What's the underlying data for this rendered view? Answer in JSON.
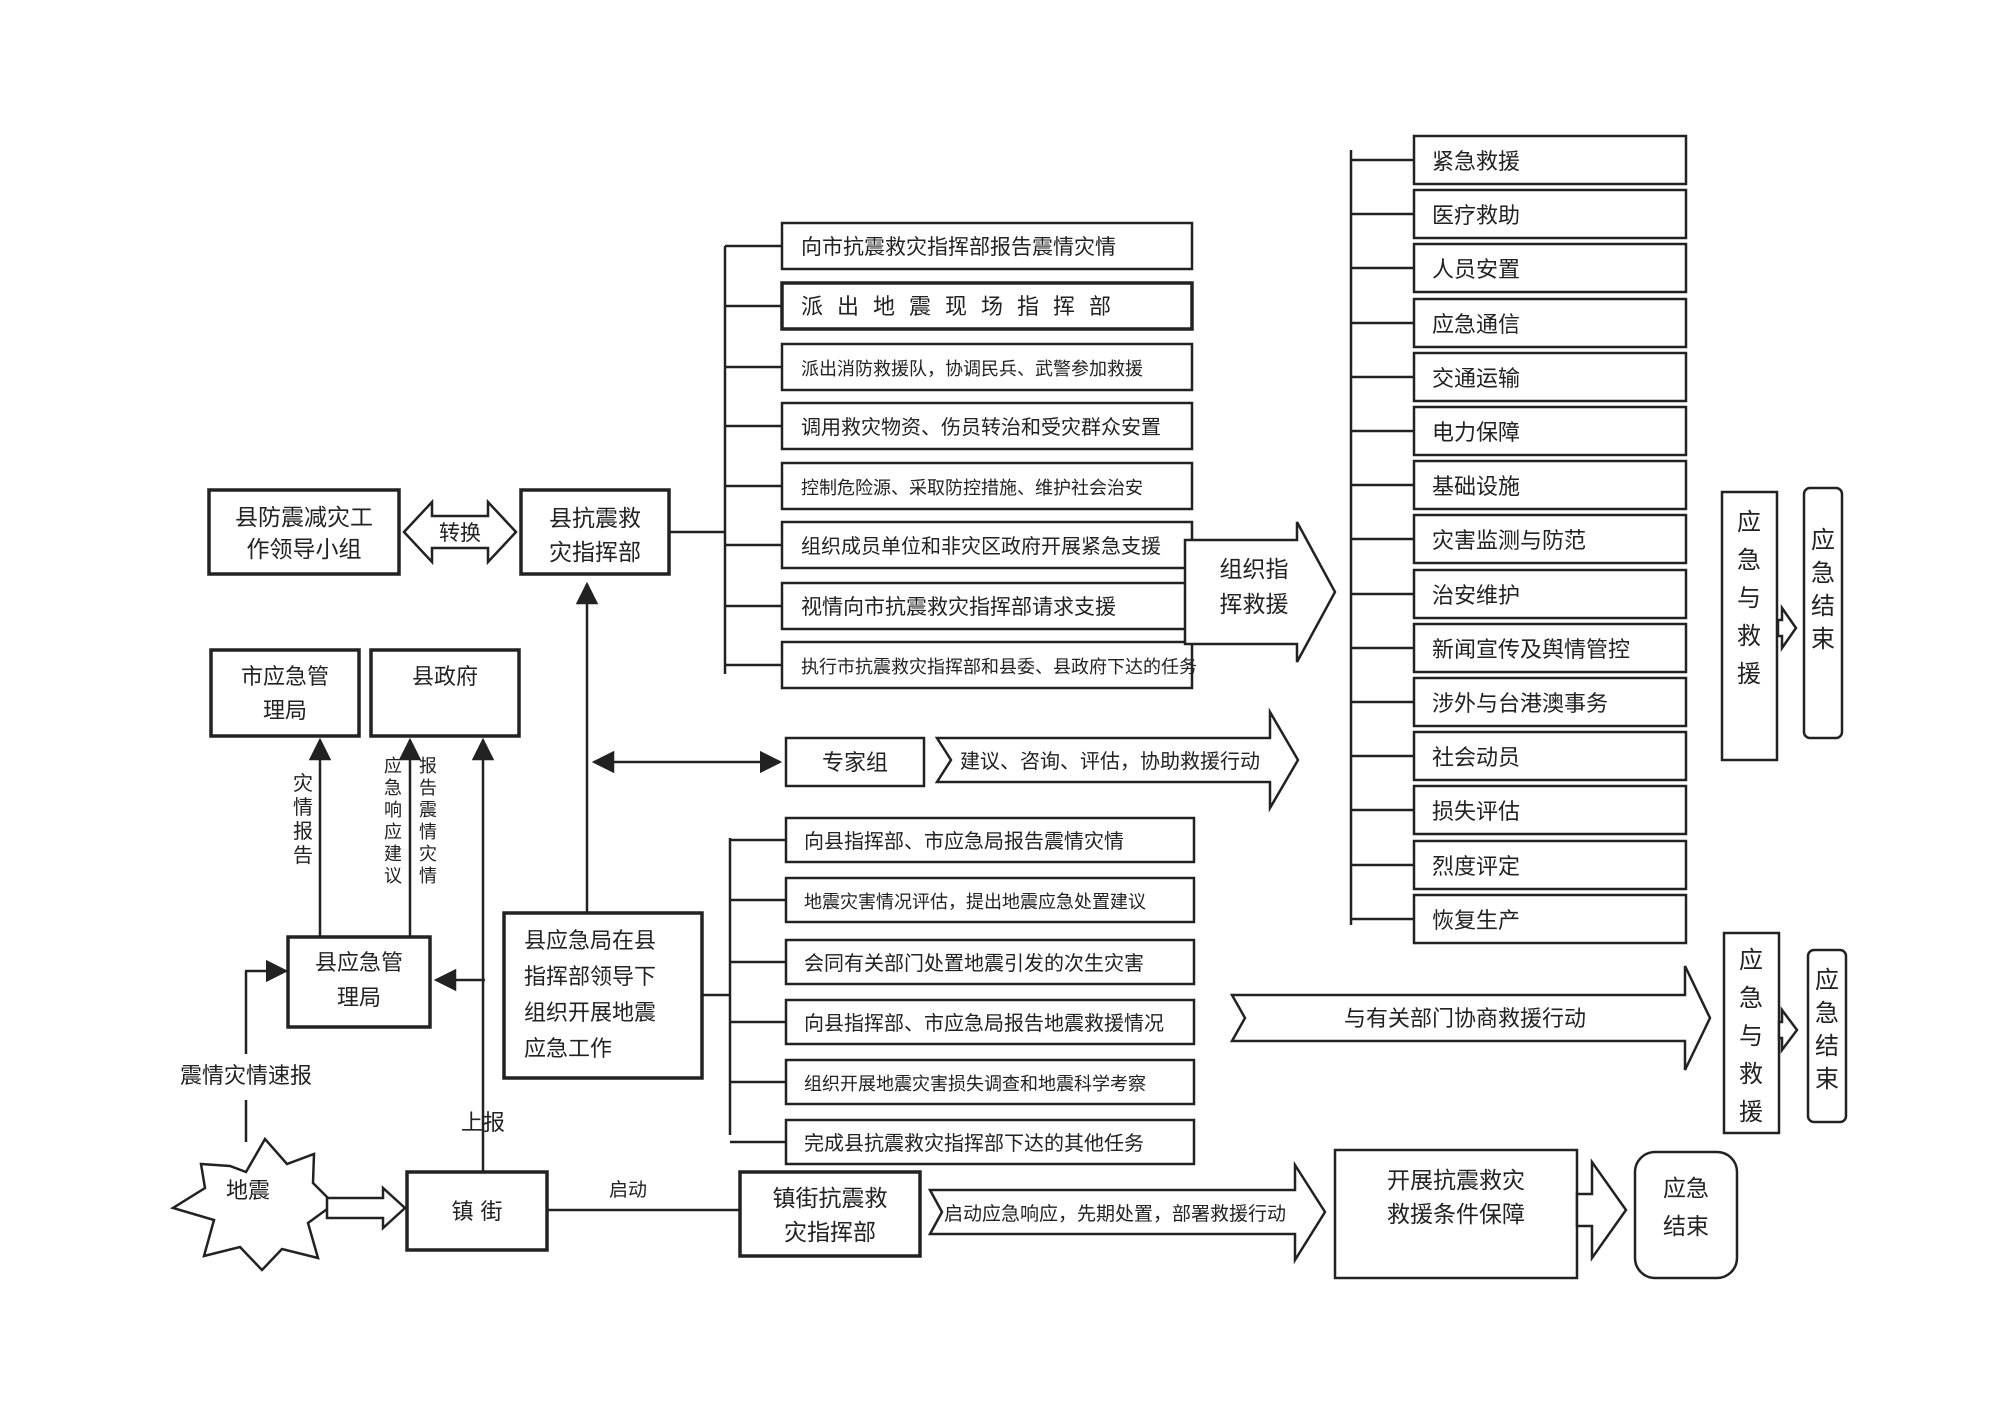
{
  "colors": {
    "stroke": "#222222",
    "background": "#ffffff"
  },
  "nodes": {
    "county_prevention_group": [
      "县防震减灾工",
      "作领导小组"
    ],
    "convert_label": "转换",
    "county_hq": [
      "县抗震救",
      "灾指挥部"
    ],
    "city_emergency_bureau": [
      "市应急管",
      "理局"
    ],
    "county_gov": "县政府",
    "county_emergency_bureau": [
      "县应急管",
      "理局"
    ],
    "county_bureau_work": [
      "县应急局在县",
      "指挥部领导下",
      "组织开展地震",
      "应急工作"
    ],
    "expert_group": "专家组",
    "expert_arrow": "建议、咨询、评估，协助救援行动",
    "organize_command": [
      "组织指",
      "挥救援"
    ],
    "earthquake": "地震",
    "town": "镇  街",
    "town_hq": [
      "镇街抗震救",
      "灾指挥部"
    ],
    "town_arrow": "启动应急响应，先期处置，部署救援行动",
    "support_box": [
      "开展抗震救灾",
      "救援条件保障"
    ],
    "end_bottom": [
      "应急",
      "结束"
    ],
    "coordinate_arrow": "与有关部门协商救援行动"
  },
  "labels": {
    "disaster_report": "灾情报告",
    "response_suggestion": "应急响应建议",
    "report_quake": "报告震情灾情",
    "quick_report": "震情灾情速报",
    "report_up": "上报",
    "start": "启动"
  },
  "hq_tasks": [
    "向市抗震救灾指挥部报告震情灾情",
    "派出地震现场指挥部",
    "派出消防救援队，协调民兵、武警参加救援",
    "调用救灾物资、伤员转治和受灾群众安置",
    "控制危险源、采取防控措施、维护社会治安",
    "组织成员单位和非灾区政府开展紧急支援",
    "视情向市抗震救灾指挥部请求支援",
    "执行市抗震救灾指挥部和县委、县政府下达的任务"
  ],
  "bureau_tasks": [
    "向县指挥部、市应急局报告震情灾情",
    "地震灾害情况评估，提出地震应急处置建议",
    "会同有关部门处置地震引发的次生灾害",
    "向县指挥部、市应急局报告地震救援情况",
    "组织开展地震灾害损失调查和地震科学考察",
    "完成县抗震救灾指挥部下达的其他任务"
  ],
  "rescue_items": [
    "紧急救援",
    "医疗救助",
    "人员安置",
    "应急通信",
    "交通运输",
    "电力保障",
    "基础设施",
    "灾害监测与防范",
    "治安维护",
    "新闻宣传及舆情管控",
    "涉外与台港澳事务",
    "社会动员",
    "损失评估",
    "烈度评定",
    "恢复生产"
  ],
  "side_boxes": {
    "rescue_top": [
      "应",
      "急",
      "与",
      "救",
      "援"
    ],
    "end_top": [
      "应",
      "急",
      "结",
      "束"
    ],
    "rescue_mid": [
      "应",
      "急",
      "与",
      "救",
      "援"
    ],
    "end_mid": [
      "应",
      "急",
      "结",
      "束"
    ]
  }
}
